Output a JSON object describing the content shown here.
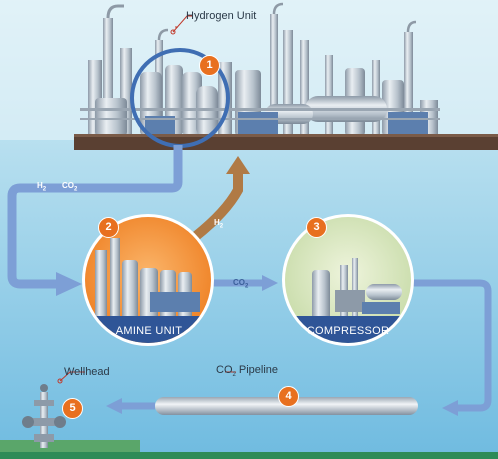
{
  "labels": {
    "hydrogen_unit": "Hydrogen Unit",
    "amine_unit": "AMINE UNIT",
    "compressor": "COMPRESSOR",
    "co2_pipeline_prefix": "CO",
    "co2_pipeline_sub": "2",
    "co2_pipeline_suffix": " Pipeline",
    "wellhead": "Wellhead"
  },
  "gas_tags": {
    "h2_main": "H",
    "h2_main_sub": "2",
    "co2_main": "CO",
    "co2_main_sub": "2",
    "h2_up": "H",
    "h2_up_sub": "2",
    "co2_mid": "CO",
    "co2_mid_sub": "2"
  },
  "steps": [
    "1",
    "2",
    "3",
    "4",
    "5"
  ],
  "colors": {
    "background_top": "#cfeaf3",
    "background_bottom": "#7ec3e1",
    "flow_arrow": "#7d9fd6",
    "hydrogen_arrow": "#b07a45",
    "amine_circle": "#f08a2e",
    "compressor_circle": "#d8e7bf",
    "ring": "#3f6eb3",
    "step_badge": "#e8701f",
    "ground": "#5a4032"
  }
}
